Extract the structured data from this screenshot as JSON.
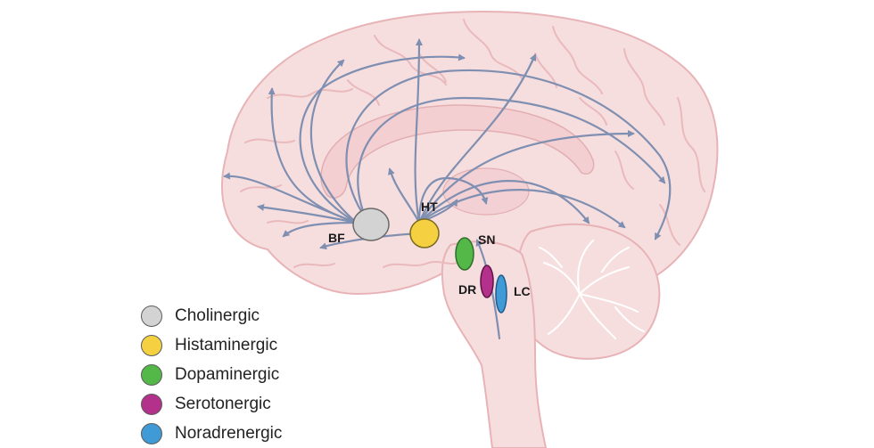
{
  "colors": {
    "brain_fill": "#f7dede",
    "brain_stroke": "#e7b3b6",
    "sulcus": "#e9b9bc",
    "fiber": "#7f8fb1",
    "cholinergic": "#d3d3d3",
    "histaminergic": "#f5d142",
    "dopaminergic": "#53b848",
    "serotonergic": "#b3318a",
    "noradrenergic": "#3f9ad6"
  },
  "nuclei": [
    {
      "label": "BF",
      "color_key": "cholinergic"
    },
    {
      "label": "HT",
      "color_key": "histaminergic"
    },
    {
      "label": "SN",
      "color_key": "dopaminergic"
    },
    {
      "label": "DR",
      "color_key": "serotonergic"
    },
    {
      "label": "LC",
      "color_key": "noradrenergic"
    }
  ],
  "legend": [
    {
      "label": "Cholinergic",
      "color_key": "cholinergic"
    },
    {
      "label": "Histaminergic",
      "color_key": "histaminergic"
    },
    {
      "label": "Dopaminergic",
      "color_key": "dopaminergic"
    },
    {
      "label": "Serotonergic",
      "color_key": "serotonergic"
    },
    {
      "label": "Noradrenergic",
      "color_key": "noradrenergic"
    }
  ]
}
